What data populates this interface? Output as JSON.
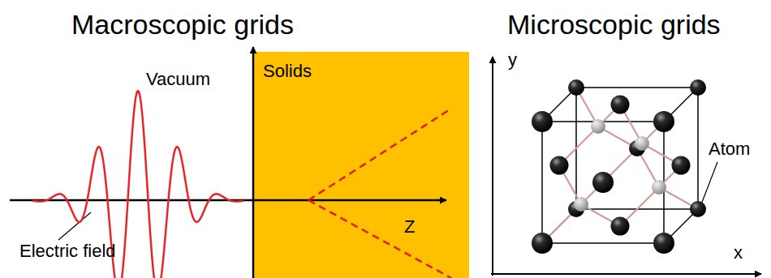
{
  "diagram": {
    "nodes": [
      {
        "text": [
          "Solids"
        ]
      }
    ],
    "labels": [
      "Macroscopic grids",
      "Microscopic grids",
      "Vacuum",
      "Electric field",
      "Z",
      "y",
      "x",
      "Atom"
    ]
  }
}
